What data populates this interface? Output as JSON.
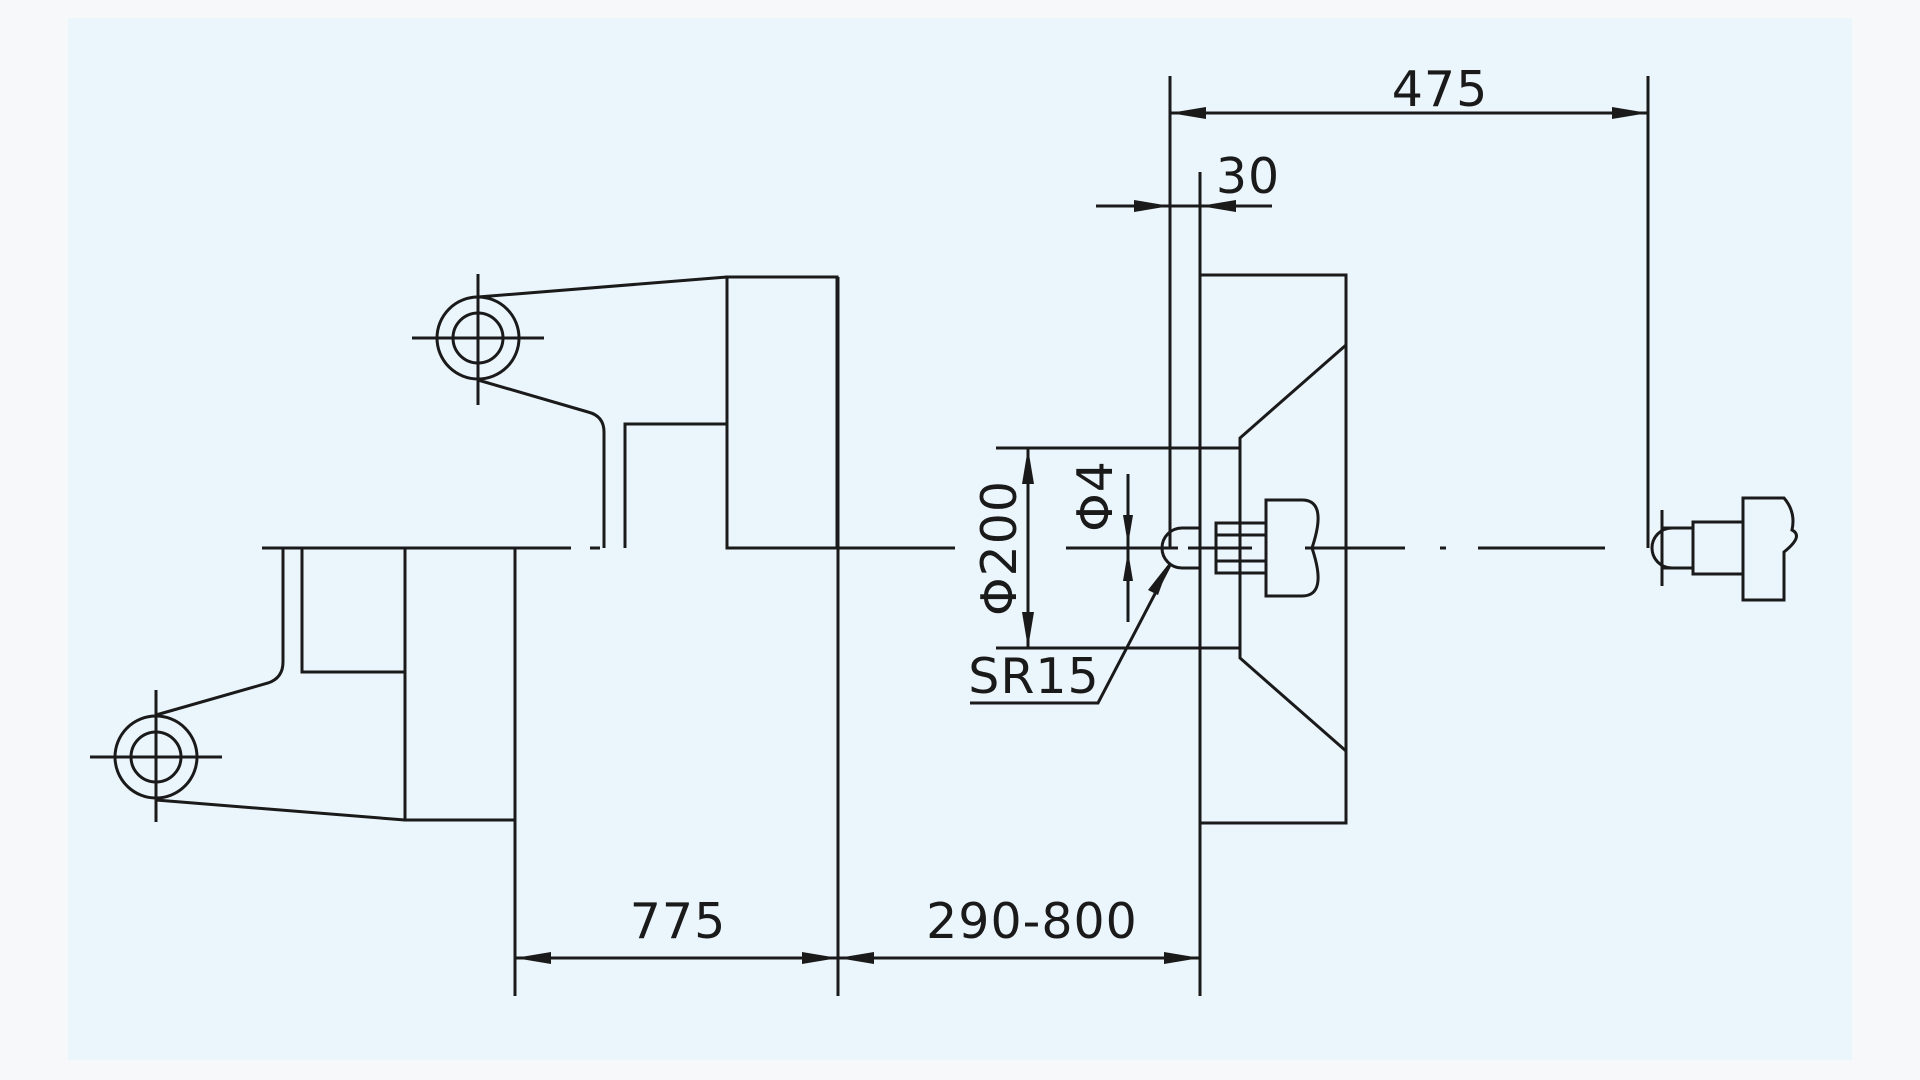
{
  "colors": {
    "outer_background": "#f7f8fa",
    "panel_background": "#ebf5fc",
    "line": "#1a1a1a"
  },
  "dimensions": {
    "d475": "475",
    "d30": "30",
    "phi200": "Φ200",
    "phi4": "Φ4",
    "sr15": "SR15",
    "d775": "775",
    "d290_800": "290-800"
  }
}
